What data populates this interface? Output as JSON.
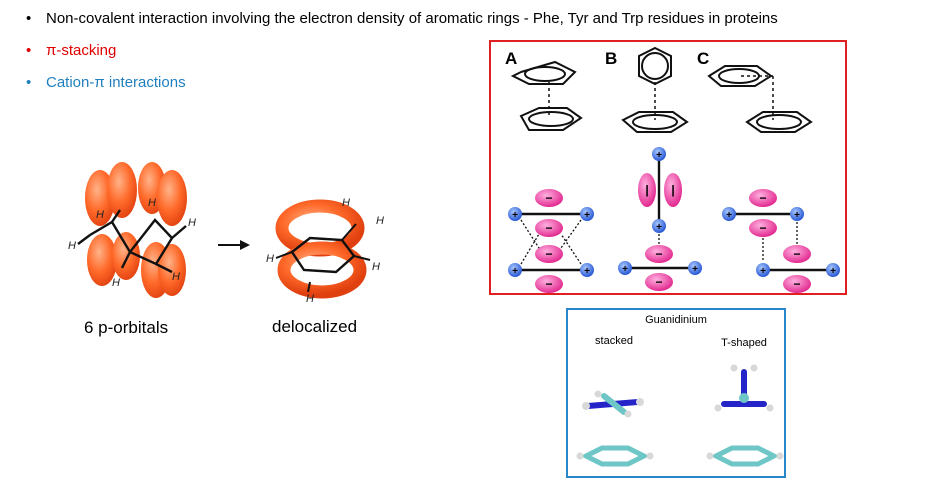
{
  "bullets": [
    {
      "marker": "•",
      "text": "Non-covalent interaction involving the electron density of aromatic rings - Phe, Tyr and Trp residues in proteins"
    },
    {
      "marker": "•",
      "text": "π-stacking"
    },
    {
      "marker": "•",
      "text": "Cation-π interactions"
    }
  ],
  "orbitals": {
    "left_caption": "6 p-orbitals",
    "right_caption": "delocalized",
    "atom_label": "H"
  },
  "stacking_panel": {
    "labels": [
      "A",
      "B",
      "C"
    ],
    "plus_symbol": "+",
    "minus_symbol": "−",
    "pole_symbol": "|"
  },
  "guanidinium_panel": {
    "title": "Guanidinium",
    "col1": "stacked",
    "col2": "T-shaped"
  },
  "colors": {
    "bullet_red": "#e00000",
    "bullet_blue": "#1f7fbf",
    "frame_red": "#e02020",
    "frame_blue": "#2a86c8",
    "orbital": "#ff5a1f",
    "minus_lobe": "#f060b8",
    "plus_atom": "#2f6fe0"
  }
}
